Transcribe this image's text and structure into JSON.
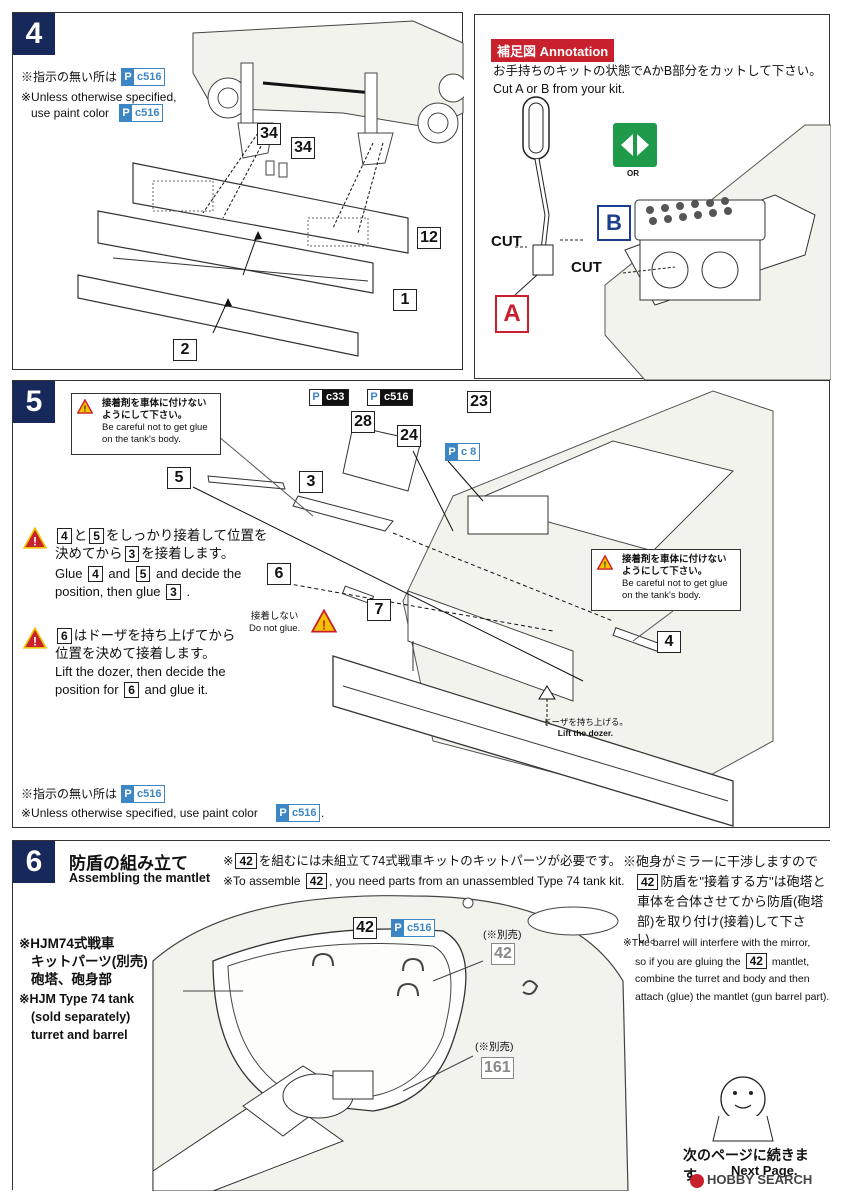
{
  "step4": {
    "number": "4",
    "note_jp": "※指示の無い所は",
    "note_en": "※Unless otherwise specified,",
    "note_en2": "use paint color",
    "paint": {
      "p": "P",
      "code": "c516"
    },
    "parts": [
      "34",
      "34",
      "12",
      "1",
      "2"
    ]
  },
  "annotation": {
    "title": "補足図 Annotation",
    "line_jp": "お手持ちのキットの状態でAかB部分をカットして下さい。",
    "line_en": "Cut A or B from your kit.",
    "cut1": "CUT",
    "cut2": "CUT",
    "label_a": "A",
    "label_b": "B",
    "or": "OR"
  },
  "step5": {
    "number": "5",
    "caution1_jp": "接着剤を車体に付けないようにして下さい。",
    "caution1_en": "Be careful not to get glue on the tank's body.",
    "caution2_jp": "接着剤を車体に付けないようにして下さい。",
    "caution2_en": "Be careful not to get glue on the tank's body.",
    "inst1_jp_a": "と",
    "inst1_jp_b": "をしっかり接着して位置を",
    "inst1_jp_c": "決めてから",
    "inst1_jp_d": "を接着します。",
    "inst1_en_a": "Glue",
    "inst1_en_b": "and",
    "inst1_en_c": "and decide the",
    "inst1_en_d": "position, then glue",
    "inst2_jp_a": "はドーザを持ち上げてから",
    "inst2_jp_b": "位置を決めて接着します。",
    "inst2_en_a": "Lift the dozer, then decide the",
    "inst2_en_b": "position for",
    "inst2_en_c": "and glue it.",
    "no_glue_jp": "接着しない",
    "no_glue_en": "Do not glue.",
    "lift_jp": "ドーザを持ち上げる。",
    "lift_en": "Lift the dozer.",
    "paint_c33": {
      "p": "P",
      "code": "c33"
    },
    "paint_c516": {
      "p": "P",
      "code": "c516"
    },
    "paint_c8": {
      "p": "P",
      "code": "c 8"
    },
    "parts": [
      "28",
      "24",
      "23",
      "5",
      "3",
      "6",
      "7",
      "4"
    ],
    "footer_jp": "※指示の無い所は",
    "footer_en": "※Unless otherwise specified, use paint color",
    "footer_paint": {
      "p": "P",
      "code": "c516"
    }
  },
  "step6": {
    "number": "6",
    "title_jp": "防盾の組み立て",
    "title_en": "Assembling the mantlet",
    "note1_jp_a": "※",
    "note1_jp_b": "を組むには未組立て74式戦車キットのキットパーツが必要です。",
    "note1_en_a": "※To assemble",
    "note1_en_b": ", you need parts from an unassembled Type 74 tank kit.",
    "note2_jp_1": "※砲身がミラーに干渉しますので",
    "note2_jp_2a": "防盾を\"接着する方\"は砲塔と",
    "note2_jp_3": "車体を合体させてから防盾(砲塔",
    "note2_jp_4": "部)を取り付け(接着)して下さい。",
    "note2_en_1": "※The barrel will interfere with the mirror,",
    "note2_en_2a": "so if you are gluing the",
    "note2_en_2b": "mantlet,",
    "note2_en_3": "combine the turret and body and then",
    "note2_en_4": "attach (glue) the mantlet (gun barrel part).",
    "hjm_jp_1": "※HJM74式戦車",
    "hjm_jp_2": "キットパーツ(別売)",
    "hjm_jp_3": "砲塔、砲身部",
    "hjm_en_1": "※HJM Type 74 tank",
    "hjm_en_2": "(sold separately)",
    "hjm_en_3": "turret and barrel",
    "part42": "42",
    "paint": {
      "p": "P",
      "code": "c516"
    },
    "sep_label1": "(※別売)",
    "sep_part1": "42",
    "sep_label2": "(※別売)",
    "sep_part2": "161",
    "next_jp": "次のページに続きます。",
    "next_en": "Next Page."
  },
  "watermark": "HOBBY SEARCH",
  "colors": {
    "step_bg": "#17285a",
    "paint_blue": "#3d86c6",
    "red": "#c8202c",
    "warn_yellow": "#f2c200",
    "green": "#1e9a4a"
  }
}
